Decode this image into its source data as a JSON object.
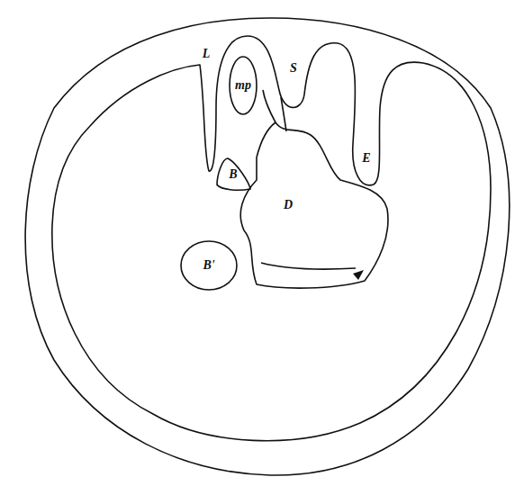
{
  "diagram": {
    "nodes": [
      {
        "text": [
          "mp"
        ]
      },
      {
        "text": [
          "B"
        ]
      },
      {
        "text": [
          "B'"
        ]
      }
    ],
    "labels": [
      "L",
      "S",
      "E",
      "D"
    ]
  }
}
